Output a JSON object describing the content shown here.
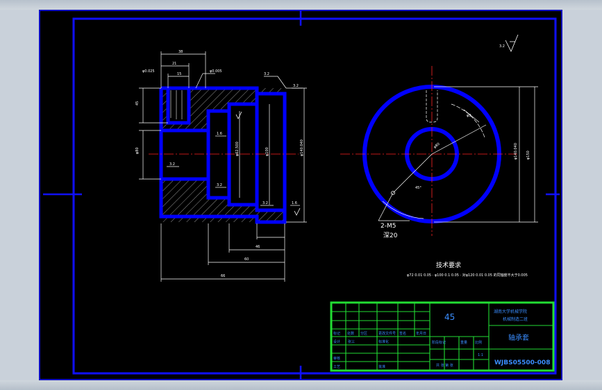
{
  "drawing": {
    "background": "#000000",
    "frame_color": "#1010ff",
    "outline_color": "#0000ff",
    "titleblock_color": "#22dd33",
    "dimension_color": "#ffffff",
    "centerline_color": "#ff2222"
  },
  "dims": {
    "top_overall": "38",
    "top_mid": "21",
    "top_small": "15",
    "tol_left": "φ0.025",
    "tol_right": "φ0.005",
    "left_height": "45",
    "left_dia": "φ80",
    "bore_small": "φ62.500",
    "bore_large": "φ100",
    "right_dia": "φ140.040",
    "bottom_1": "46",
    "bottom_2": "60",
    "bottom_3": "66",
    "roughness_1": "3.2",
    "roughness_2": "3.2",
    "roughness_3": "3.2",
    "roughness_4": "1.6",
    "roughness_5": "3.2",
    "roughness_6": "3.2",
    "roughness_7": "1.6",
    "side_dia_outer": "φ150",
    "side_dia_inner": "φ140.040",
    "side_bore": "φ80",
    "side_angle": "45°",
    "side_ref": "φ8",
    "hole_callout_1": "2-M5",
    "hole_callout_2": "深20",
    "corner_note": "3.2"
  },
  "tech": {
    "heading": "技术要求",
    "line": "φ72 0.01 0.05 · φ100 0.1 0.05 · 对φ120 0.01 0.05 的同轴度不大于0.005"
  },
  "titleblock": {
    "material": "45",
    "school_1": "湖南大学机械学院",
    "school_2": "机械制造二班",
    "part_name": "轴承套",
    "drawing_no": "WJBS05500-008",
    "row_labels": [
      "标记",
      "处数",
      "分区",
      "更改文件号",
      "签名",
      "年月日"
    ],
    "design_label": "设计",
    "design_name": "张三",
    "check_label": "审核",
    "std_label": "标准化",
    "stage_label": "阶段标记",
    "weight_label": "重量",
    "ratio_label": "比例",
    "ratio_value": "1:1",
    "sheet_label": "共 张 第 张",
    "craft_label": "工艺",
    "approve_label": "批准"
  }
}
